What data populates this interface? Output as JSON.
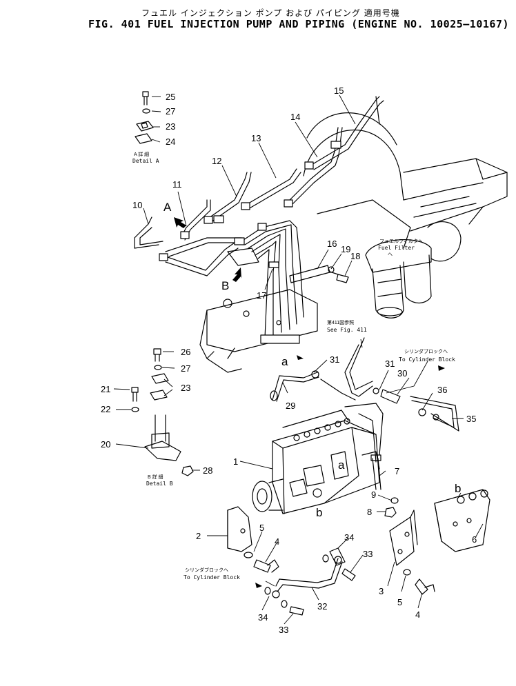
{
  "header": {
    "title_jp": "フュエル インジェクション ポンプ および パイピング   適用号機",
    "title_en": "FIG. 401  FUEL INJECTION PUMP AND PIPING (ENGINE NO. 10025—10167)"
  },
  "callouts": {
    "c1": "1",
    "c2": "2",
    "c3": "3",
    "c4a": "4",
    "c4b": "4",
    "c5a": "5",
    "c5b": "5",
    "c6": "6",
    "c7": "7",
    "c8": "8",
    "c9": "9",
    "c10": "10",
    "c11": "11",
    "c12": "12",
    "c13": "13",
    "c14": "14",
    "c15": "15",
    "c16": "16",
    "c17": "17",
    "c18": "18",
    "c19": "19",
    "c20": "20",
    "c21": "21",
    "c22": "22",
    "c23a": "23",
    "c23b": "23",
    "c24": "24",
    "c25": "25",
    "c26": "26",
    "c27a": "27",
    "c27b": "27",
    "c28": "28",
    "c29": "29",
    "c30": "30",
    "c31a": "31",
    "c31b": "31",
    "c32": "32",
    "c33a": "33",
    "c33b": "33",
    "c34a": "34",
    "c34b": "34",
    "c35": "35",
    "c36": "36"
  },
  "view_letters": {
    "A": "A",
    "B": "B",
    "a1": "a",
    "a2": "a",
    "b1": "b",
    "b2": "b"
  },
  "notes": {
    "detail_a_jp": "A 詳 細",
    "detail_a_en": "Detail A",
    "detail_b_jp": "B 詳 細",
    "detail_b_en": "Detail B",
    "fuel_filter_jp": "フュエルフィルタへ",
    "fuel_filter_en": "Fuel Filter",
    "fuel_filter_jp2": "へ",
    "see_fig_jp": "第411図参照",
    "see_fig_en": "See Fig. 411",
    "cyl_block_jp_1": "シリンダブロックへ",
    "cyl_block_en_1": "To Cylinder Block",
    "cyl_block_jp_2": "シリンダブロックへ",
    "cyl_block_en_2": "To Cylinder Block"
  }
}
